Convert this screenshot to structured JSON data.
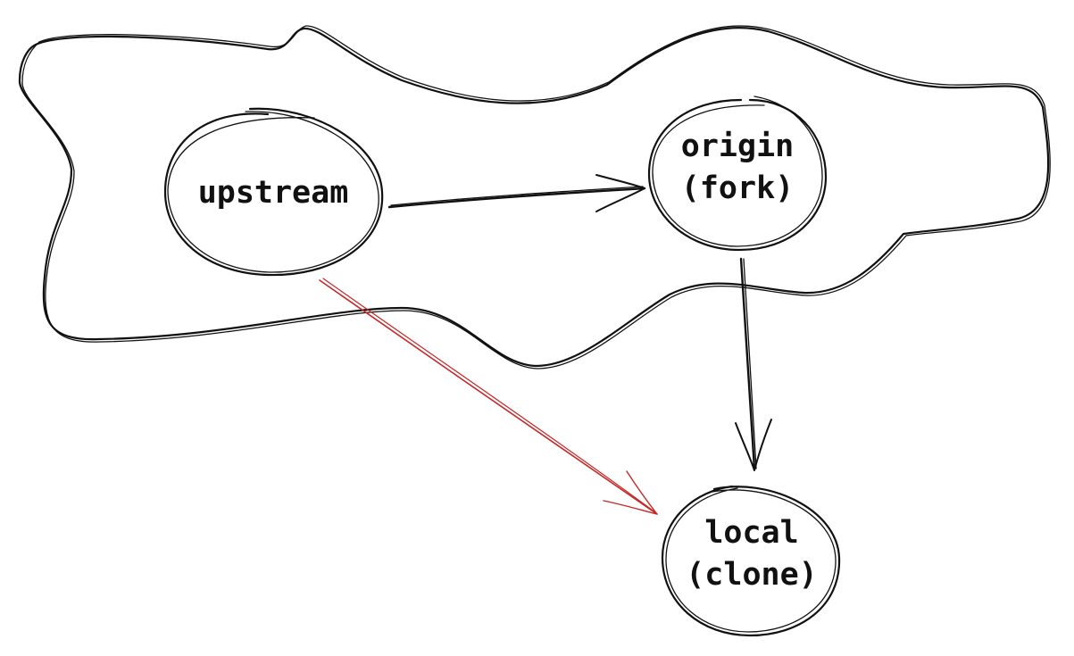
{
  "colors": {
    "background": "#ffffff",
    "ink": "#111111",
    "highlight_arrow": "#c62828"
  },
  "nodes": {
    "upstream": {
      "lines": [
        "upstream"
      ]
    },
    "origin": {
      "lines": [
        "origin",
        "(fork)"
      ]
    },
    "local": {
      "lines": [
        "local",
        "(clone)"
      ]
    }
  }
}
